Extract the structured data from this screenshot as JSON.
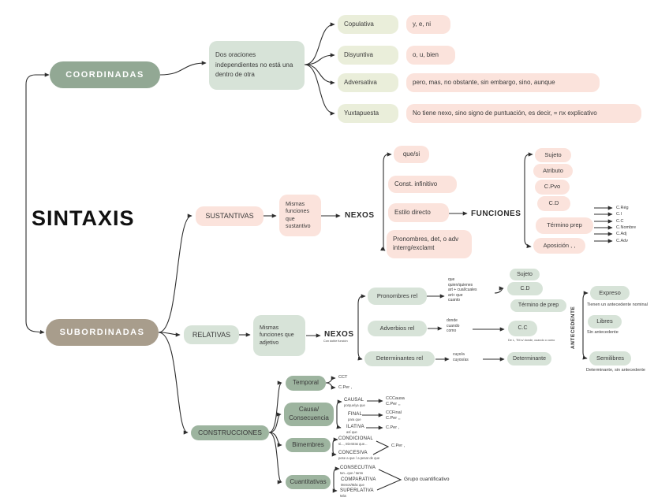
{
  "title": "SINTAXIS",
  "colors": {
    "sage_pill": "#92a894",
    "taupe_pill": "#a89d8c",
    "light_green": "#d7e3d8",
    "pale_yellow_green": "#eaeeda",
    "pink": "#fbe3dc",
    "medium_green": "#9db49f",
    "line": "#2e2e2e"
  },
  "coordinadas": {
    "label": "COORDINADAS",
    "definition": "Dos oraciones independientes no está una dentro de otra",
    "types": [
      {
        "label": "Copulativa",
        "nexos": "y, e, ni"
      },
      {
        "label": "Disyuntiva",
        "nexos": "o, u, bien"
      },
      {
        "label": "Adversativa",
        "nexos": "pero, mas, no obstante, sin embargo, sino, aunque"
      },
      {
        "label": "Yuxtapuesta",
        "nexos": "No tiene nexo, sino signo de puntuación, es decir, = nx explicativo"
      }
    ]
  },
  "subordinadas": {
    "label": "SUBORDINADAS",
    "sustantivas": {
      "label": "SUSTANTIVAS",
      "note": "Mismas funciones que sustantivo",
      "nexos_title": "NEXOS",
      "nexos": [
        "que/si",
        "Const. infinitivo",
        "Estilo directo",
        "Pronombres, det, o adv interrg/exclamt"
      ],
      "funciones_title": "FUNCIONES",
      "funciones": [
        "Sujeto",
        "Atributo",
        "C.Pvo",
        "C.D",
        "Término prep",
        "Aposición , ,"
      ],
      "termino_prep_sub": [
        "C.Rég",
        "C.I",
        "C.C",
        "C.Nombre",
        "C.Adj",
        "C.Adv"
      ]
    },
    "relativas": {
      "label": "RELATIVAS",
      "note": "Mismas funciones que adjetivo",
      "nexos_title": "NEXOS",
      "nexos_note": "Con doble función",
      "pronombres": {
        "label": "Pronombres rel",
        "examples": "que\nquien/quienes\nart + cual/cuales\nart+ que\ncuanto",
        "funciones": [
          "Sujeto",
          "C.D",
          "Término de prep"
        ]
      },
      "adverbios": {
        "label": "Adverbios rel",
        "examples": "donde\ncuando\ncomo",
        "funcion": "C.C",
        "note": "De L, TM s/ donde, cuando o como"
      },
      "determinantes": {
        "label": "Determinantes rel",
        "examples": "cuyo/a\ncuyos/as",
        "funcion": "Determinante"
      },
      "antecedente_title": "ANTECEDENTE",
      "antecedente": [
        {
          "label": "Expreso",
          "desc": "Tienen un antecedente nominal"
        },
        {
          "label": "Libres",
          "desc": "Sin antecedente"
        },
        {
          "label": "Semilibres",
          "desc": "Determinante, sin antecedente"
        }
      ]
    },
    "construcciones": {
      "label": "CONSTRUCCIONES",
      "temporal": {
        "label": "Temporal",
        "result1": "CCT",
        "result2": "C.Per ,"
      },
      "causa": {
        "label": "Causa/ Consecuencia",
        "items": [
          {
            "name": "CAUSAL",
            "nexos": "porque/ya que",
            "result": "CCCausa\nC.Per ,,"
          },
          {
            "name": "FINAL",
            "nexos": "para que",
            "result": "CCFinal\nC.Per ,,"
          },
          {
            "name": "ILATIVA",
            "nexos": "así que",
            "result": "C.Per ,"
          }
        ]
      },
      "bimembres": {
        "label": "Bimembres",
        "items": [
          {
            "name": "CONDICIONAL",
            "nexos": "si..., mientras que..."
          },
          {
            "name": "CONCESIVA",
            "nexos": "pese a que / a pesar de que"
          }
        ],
        "result": "C.Per ,"
      },
      "cuantitativas": {
        "label": "Cuantitativas",
        "items": [
          {
            "name": "CONSECUTIVA",
            "nexos": "tan...que / tanto"
          },
          {
            "name": "COMPARATIVA",
            "nexos": "Menos/Más que"
          },
          {
            "name": "SUPERLATIVA",
            "nexos": "Más"
          }
        ],
        "result": "Grupo cuantificativo"
      }
    }
  }
}
